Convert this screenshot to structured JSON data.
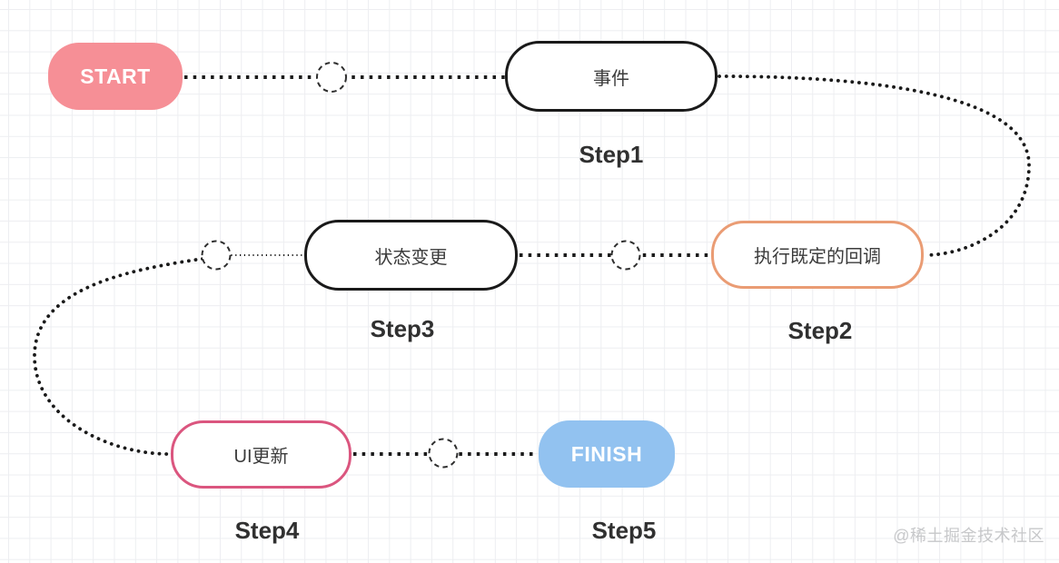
{
  "diagram": {
    "nodes": [
      {
        "id": "start",
        "label": "START",
        "fill": "#f68f96",
        "text_color": "#ffffff"
      },
      {
        "id": "event",
        "label": "事件",
        "border_color": "#1a1a1a"
      },
      {
        "id": "callback",
        "label": "执行既定的回调",
        "border_color": "#ea9c74"
      },
      {
        "id": "state",
        "label": "状态变更",
        "border_color": "#1a1a1a"
      },
      {
        "id": "ui",
        "label": "UI更新",
        "border_color": "#db567f"
      },
      {
        "id": "finish",
        "label": "FINISH",
        "fill": "#92c2f0",
        "text_color": "#ffffff"
      }
    ],
    "steps": [
      "Step1",
      "Step2",
      "Step3",
      "Step4",
      "Step5"
    ],
    "connector_color": "#1a1a1a",
    "connection_point_style": "dashed-circle",
    "flow_order": [
      "START",
      "事件 (Step1)",
      "执行既定的回调 (Step2)",
      "状态变更 (Step3)",
      "UI更新 (Step4)",
      "FINISH (Step5)"
    ],
    "watermark": "@稀土掘金技术社区"
  }
}
